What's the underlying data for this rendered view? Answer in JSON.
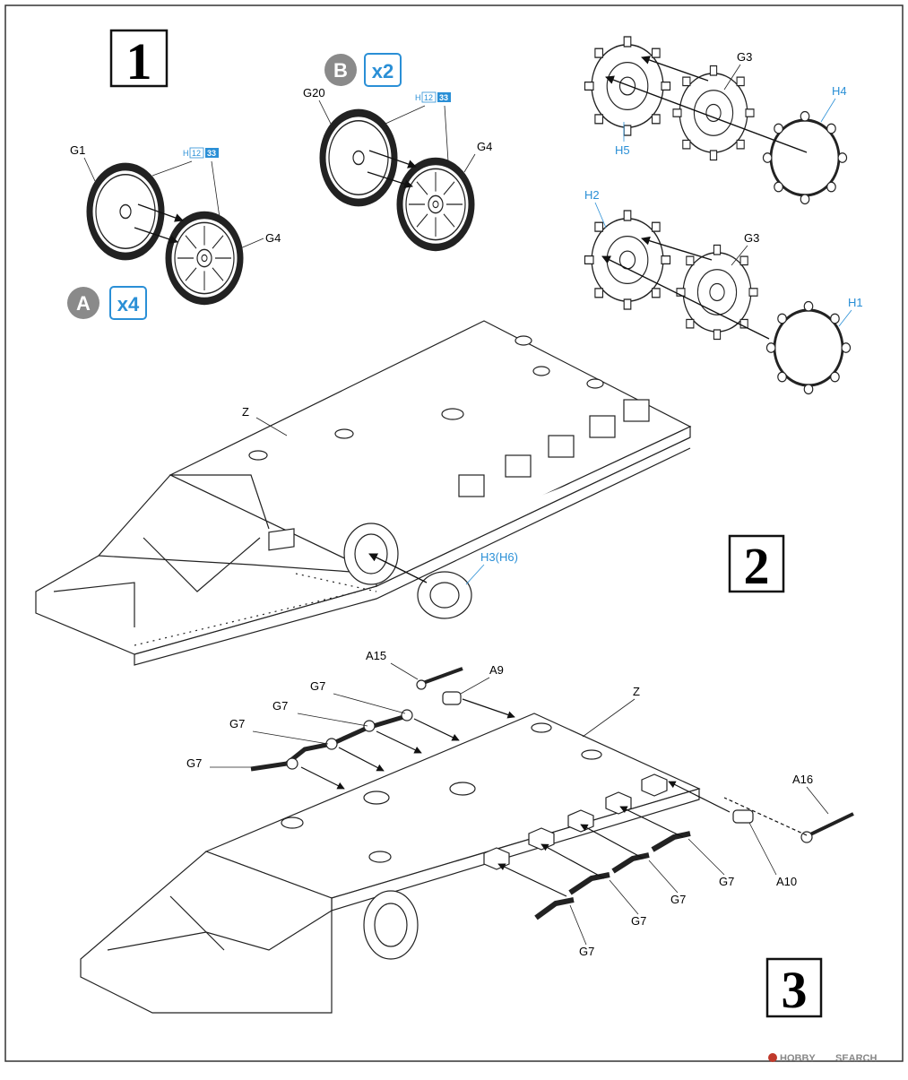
{
  "steps": {
    "s1": "1",
    "s2": "2",
    "s3": "3"
  },
  "step1": {
    "assembly_a": {
      "badge": "A",
      "qty": "x4"
    },
    "assembly_b": {
      "badge": "B",
      "qty": "x2"
    },
    "paint_code": {
      "prefix": "H",
      "num": "12",
      "alt": "33"
    },
    "labels": {
      "g1": "G1",
      "g4": "G4",
      "g20": "G20"
    },
    "sprocket_labels": {
      "g3": "G3",
      "h4": "H4",
      "h5": "H5",
      "h2": "H2",
      "h1": "H1"
    }
  },
  "step2": {
    "z": "Z",
    "h3": "H3(H6)"
  },
  "step3": {
    "z": "Z",
    "g7": "G7",
    "a15": "A15",
    "a9": "A9",
    "a16": "A16",
    "a10": "A10"
  },
  "watermark": {
    "brand": "HOBBY",
    "suffix": "SEARCH"
  },
  "colors": {
    "line": "#222222",
    "blue": "#2a8fd6",
    "badge_gray": "#8a8a8a"
  }
}
